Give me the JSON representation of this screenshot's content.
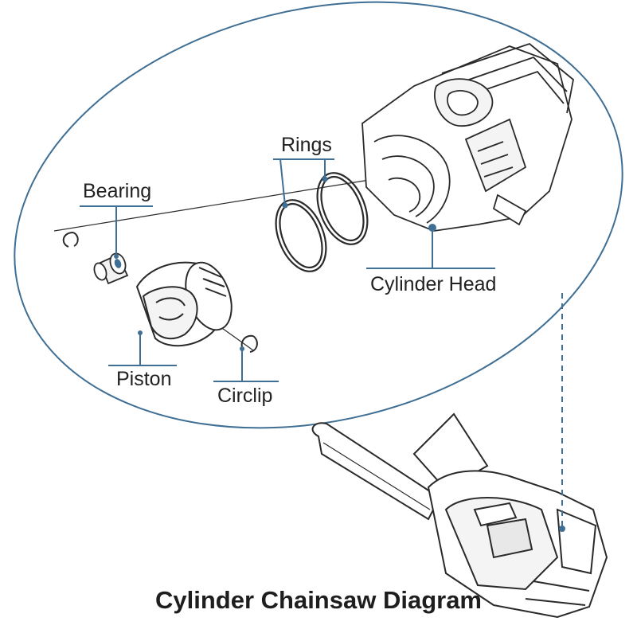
{
  "diagram": {
    "title": "Cylinder Chainsaw Diagram",
    "labels": {
      "bearing": "Bearing",
      "rings": "Rings",
      "piston": "Piston",
      "circlip": "Circlip",
      "cylinder_head": "Cylinder Head"
    },
    "colors": {
      "accent": "#3f6f94",
      "line": "#2a2a2a",
      "label_text": "#222222"
    }
  }
}
